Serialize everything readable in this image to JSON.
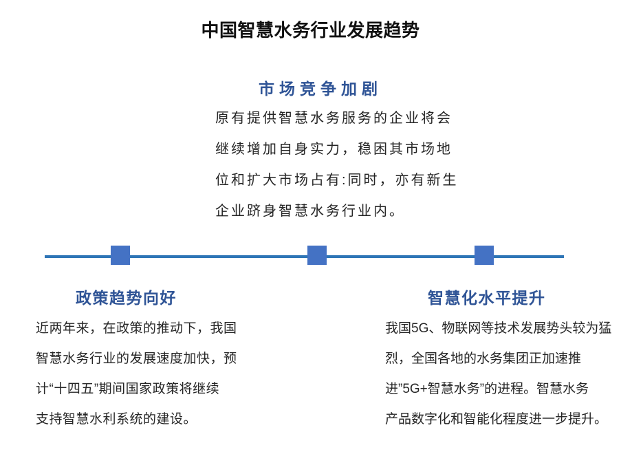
{
  "page": {
    "title": "中国智慧水务行业发展趋势"
  },
  "colors": {
    "heading_blue": "#2F5496",
    "marker_blue": "#4472C4",
    "line_blue": "#2E75B6",
    "body_text": "#262626",
    "background": "#FFFFFF"
  },
  "timeline": {
    "marker_count": 3,
    "marker_shape": "square"
  },
  "sections": {
    "top": {
      "heading": "市场竞争加剧",
      "lines": [
        "原有提供智慧水务服务的企业将会",
        "继续增加自身实力，稳困其市场地",
        "位和扩大市场占有:同时，亦有新生",
        "企业跻身智慧水务行业内。"
      ]
    },
    "left": {
      "heading": "政策趋势向好",
      "lines": [
        "近两年来，在政策的推动下，我国",
        "智慧水务行业的发展速度加快，预",
        "计“十四五”期间国家政策将继续",
        "支持智慧水利系统的建设。"
      ]
    },
    "right": {
      "heading": "智慧化水平提升",
      "lines": [
        "我国5G、物联网等技术发展势头较为猛",
        "烈，全国各地的水务集团正加速推",
        "进”5G+智慧水务”的进程。智慧水务",
        "产品数字化和智能化程度进一步提升。"
      ]
    }
  }
}
